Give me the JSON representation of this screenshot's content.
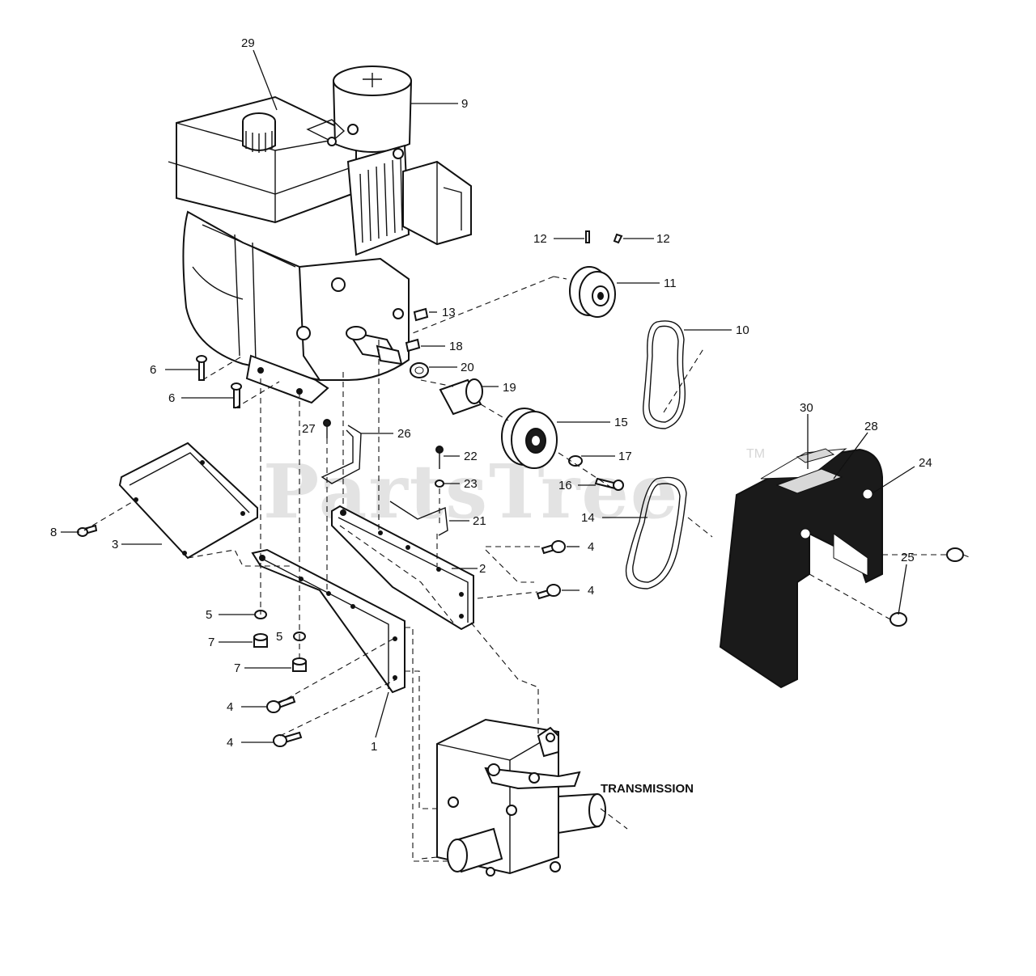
{
  "watermark": {
    "text": "PartsTree",
    "tm": "TM"
  },
  "labels": {
    "p29": "29",
    "p9": "9",
    "p12a": "12",
    "p12b": "12",
    "p11": "11",
    "p10": "10",
    "p13": "13",
    "p18": "18",
    "p20": "20",
    "p19": "19",
    "p15": "15",
    "p6a": "6",
    "p6b": "6",
    "p27": "27",
    "p26": "26",
    "p22": "22",
    "p23": "23",
    "p17": "17",
    "p16": "16",
    "p14": "14",
    "p21": "21",
    "p2": "2",
    "p30": "30",
    "p28": "28",
    "p24": "24",
    "p25": "25",
    "p8": "8",
    "p3": "3",
    "p4a": "4",
    "p4b": "4",
    "p4c": "4",
    "p4d": "4",
    "p5a": "5",
    "p5b": "5",
    "p7a": "7",
    "p7b": "7",
    "p1": "1",
    "transmission": "TRANSMISSION"
  }
}
